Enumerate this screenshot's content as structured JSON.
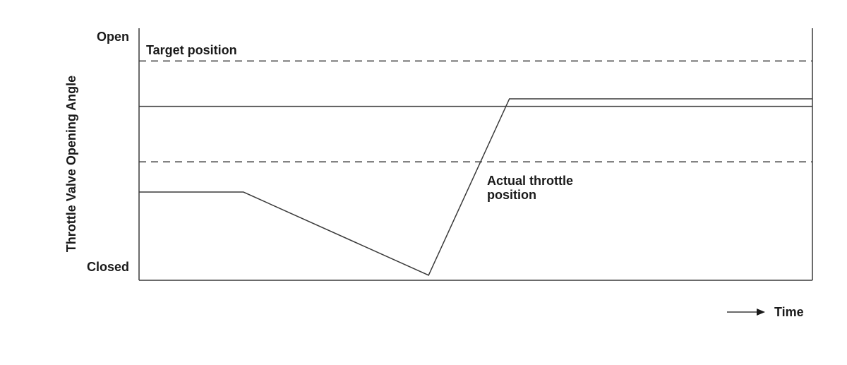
{
  "chart_data": {
    "type": "line",
    "title": "",
    "ylabel": "Throttle Valve Opening Angle",
    "xlabel": "Time",
    "y_tick_labels": {
      "top": "Open",
      "bottom": "Closed"
    },
    "xlim": [
      0,
      100
    ],
    "ylim": [
      0,
      100
    ],
    "grid": false,
    "reference_lines": [
      {
        "name": "upper-tolerance-line",
        "y": 87,
        "style": "dashed"
      },
      {
        "name": "target-line",
        "y": 69,
        "style": "solid"
      },
      {
        "name": "lower-tolerance-line",
        "y": 47,
        "style": "dashed"
      }
    ],
    "series": [
      {
        "values": [
          {
            "x": 0,
            "y": 35
          },
          {
            "x": 15.5,
            "y": 35
          },
          {
            "x": 43,
            "y": 2
          },
          {
            "x": 55,
            "y": 72
          },
          {
            "x": 100,
            "y": 72
          }
        ]
      }
    ],
    "annotations": {
      "target": "Target position",
      "actual_line1": "Actual throttle",
      "actual_line2": "position"
    },
    "colors": {
      "line": "#3a3a3a",
      "text": "#1a1a1a"
    }
  }
}
